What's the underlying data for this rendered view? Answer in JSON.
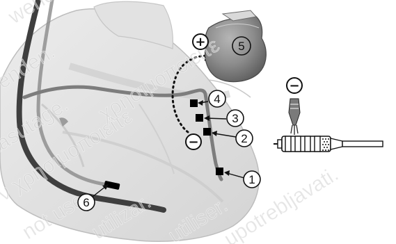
{
  "diagram": {
    "symbols": {
      "plus": "+",
      "minus": "−"
    },
    "electrode_labels": [
      "1",
      "2",
      "3",
      "4"
    ],
    "device_label": "5",
    "lead_label": "6",
    "watermark_text": [
      "wenden.",
      "wenden.",
      "kasutage.",
      "χρησιμοποιείτε",
      "ν χρησιμοποιείτε",
      "not use.",
      "utilizar.",
      "utiliser.",
      "upotrebljavati."
    ]
  }
}
